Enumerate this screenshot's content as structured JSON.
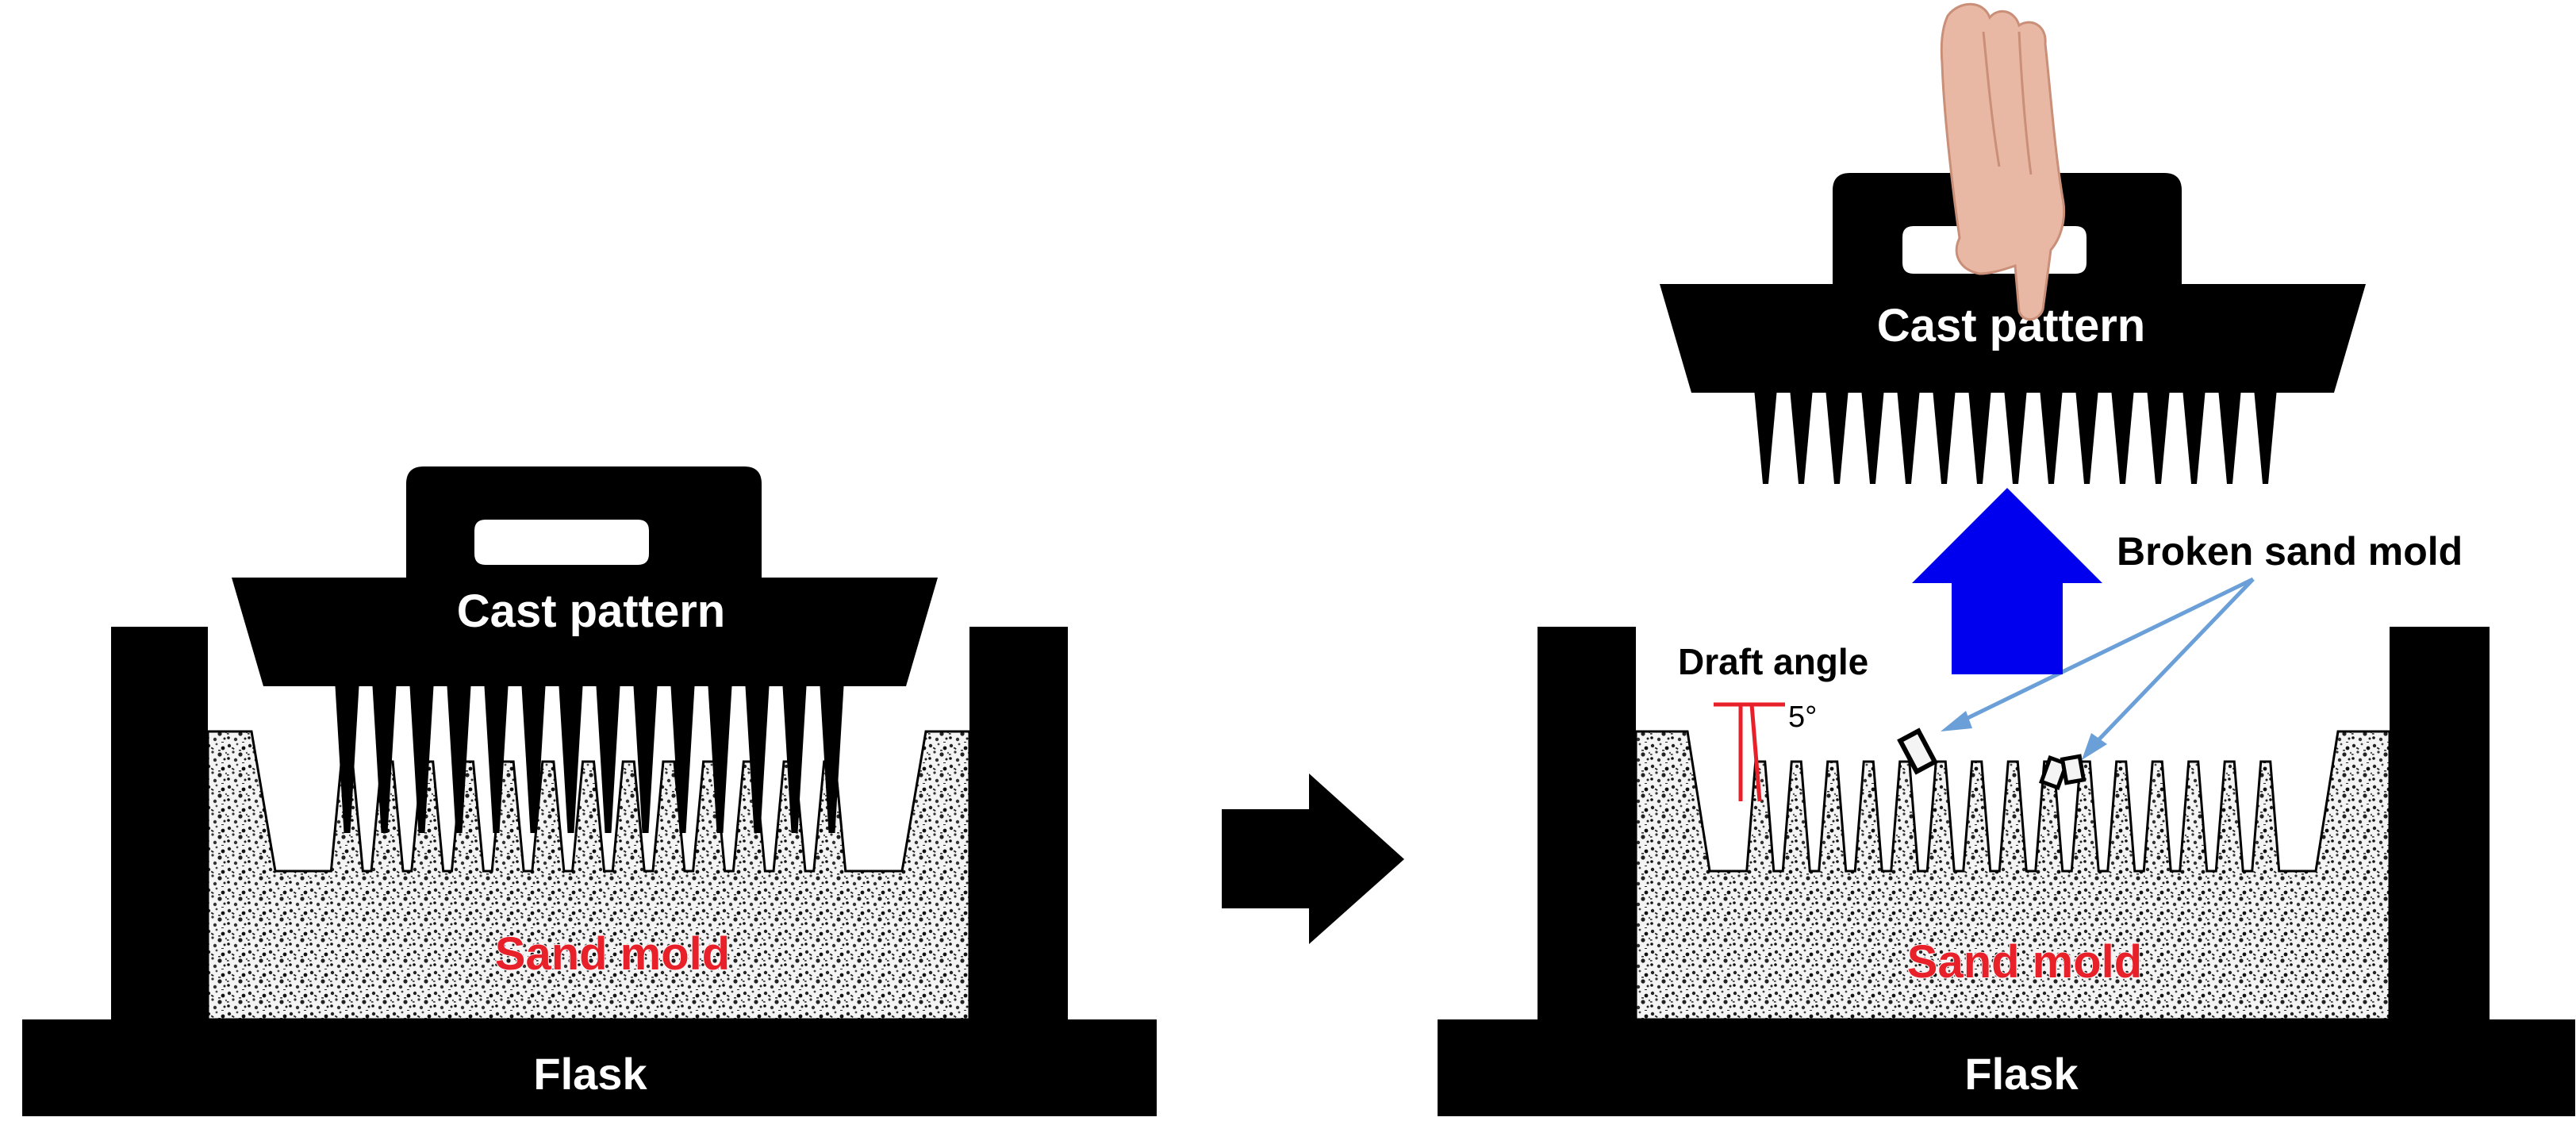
{
  "labels": {
    "cast_pattern": "Cast pattern",
    "sand_mold": "Sand mold",
    "flask": "Flask",
    "draft_angle": "Draft angle",
    "draft_angle_value": "5°",
    "broken_sand_mold": "Broken sand mold"
  },
  "colors": {
    "black": "#000000",
    "sand_red": "#e8202a",
    "draft_red": "#e8202a",
    "arrow_blue": "#0000ee",
    "pointer_blue": "#6a9fd8",
    "hand_skin": "#e9b8a4"
  },
  "icons": {
    "hand": "hand-icon",
    "process_arrow": "right-arrow-icon",
    "lift_arrow": "up-arrow-icon"
  }
}
